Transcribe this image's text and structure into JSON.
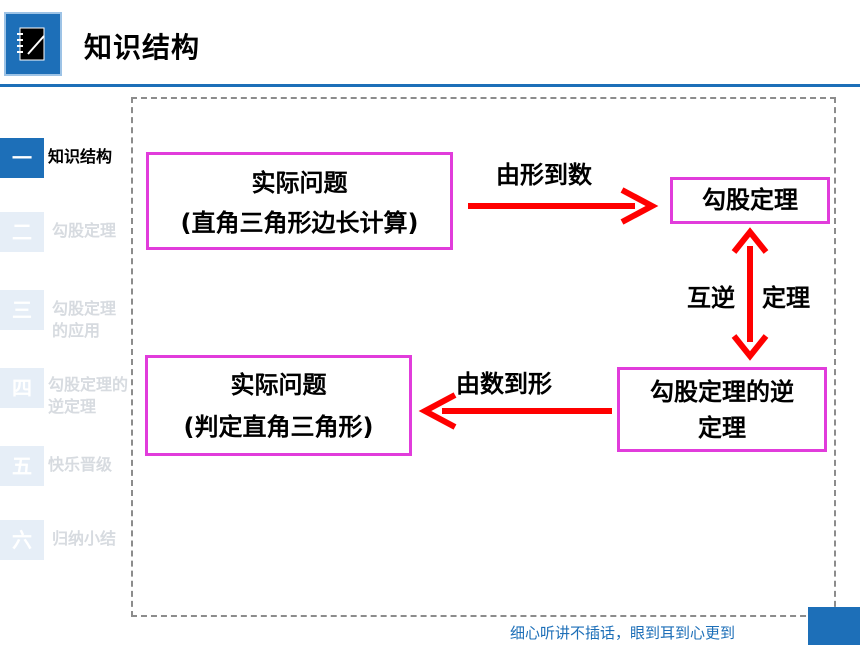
{
  "header": {
    "title": "知识结构"
  },
  "nav": [
    {
      "num": "一",
      "label": "知识结构"
    },
    {
      "num": "二",
      "label": "勾股定理"
    },
    {
      "num": "三",
      "label": "勾股定理的应用"
    },
    {
      "num": "四",
      "label": "勾股定理的逆定理"
    },
    {
      "num": "五",
      "label": "快乐晋级"
    },
    {
      "num": "六",
      "label": "归纳小结"
    }
  ],
  "diagram": {
    "box_practical_1": {
      "line1": "实际问题",
      "line2": "(直角三角形边长计算)"
    },
    "box_theorem": {
      "text": "勾股定理"
    },
    "box_converse": {
      "line1": "勾股定理的逆",
      "line2": "定理"
    },
    "box_practical_2": {
      "line1": "实际问题",
      "line2": "(判定直角三角形)"
    },
    "label_shape_to_number": "由形到数",
    "label_number_to_shape": "由数到形",
    "label_mutual_1": "互逆",
    "label_mutual_2": "定理"
  },
  "footer": {
    "motto": "细心听讲不插话，眼到耳到心更到"
  },
  "colors": {
    "accent": "#1d6fb8",
    "box_border": "#e13cdb",
    "arrow": "#ff0000"
  }
}
